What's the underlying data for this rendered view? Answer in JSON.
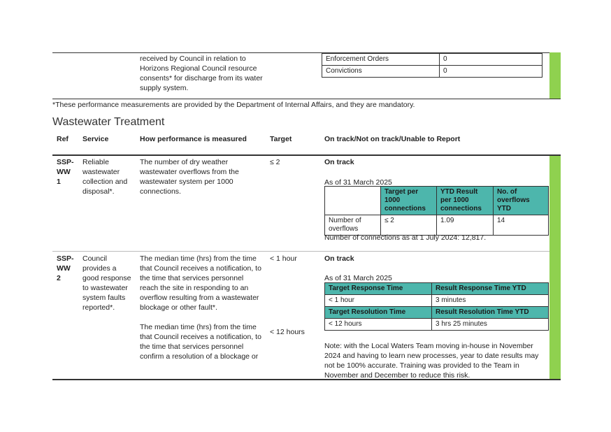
{
  "top": {
    "measure_text": "received by Council in relation to Horizons Regional Council resource consents* for discharge from its water supply system.",
    "rows": [
      {
        "label": "Enforcement Orders",
        "value": "0"
      },
      {
        "label": "Convictions",
        "value": "0"
      }
    ]
  },
  "footnote": "*These performance measurements are provided by the Department of Internal Affairs, and they are mandatory.",
  "section_title": "Wastewater Treatment",
  "headers": {
    "ref": "Ref",
    "service": "Service",
    "how": "How performance is measured",
    "target": "Target",
    "status": "On track/Not on track/Unable to Report"
  },
  "row1": {
    "ref": "SSP-WW 1",
    "service": "Reliable wastewater collection and disposal*.",
    "how": "The number of dry weather wastewater overflows from the wastewater system per 1000 connections.",
    "target": "≤ 2",
    "status": "On track",
    "as_of": "As of 31 March 2025",
    "table_headers": [
      "Target per 1000 connections",
      "YTD Result per 1000 connections",
      "No. of overflows YTD"
    ],
    "table_row": {
      "label": "Number of overflows",
      "target": "≤ 2",
      "result": "1.09",
      "count": "14"
    },
    "connections_note": "Number of connections as at 1 July 2024: 12,817."
  },
  "row2": {
    "ref": "SSP-WW 2",
    "service": "Council provides a good response to wastewater system faults reported*.",
    "how1": "The median time (hrs) from the time that Council receives a notification, to the time that services personnel reach the site in responding to an overflow resulting from a wastewater blockage or other fault*.",
    "target1": "< 1 hour",
    "how2": "The median time (hrs) from the time that Council receives a notification, to the time that services personnel confirm a resolution of a blockage or",
    "target2": "< 12 hours",
    "status": "On track",
    "as_of": "As of 31 March 2025",
    "response_header": "Target Response Time",
    "response_result_header": "Result Response Time YTD",
    "response_target": "< 1 hour",
    "response_result": "3 minutes",
    "resolution_header": "Target Resolution Time",
    "resolution_result_header": "Result Resolution Time YTD",
    "resolution_target": "< 12 hours",
    "resolution_result": "3 hrs 25 minutes",
    "note": "Note: with the Local Waters Team moving in-house in November 2024 and having to learn new processes, year to date results may not be 100% accurate. Training was provided to the Team in November and December to reduce this risk."
  },
  "colors": {
    "accent_green": "#8fd14f",
    "header_teal": "#4db6ac"
  }
}
